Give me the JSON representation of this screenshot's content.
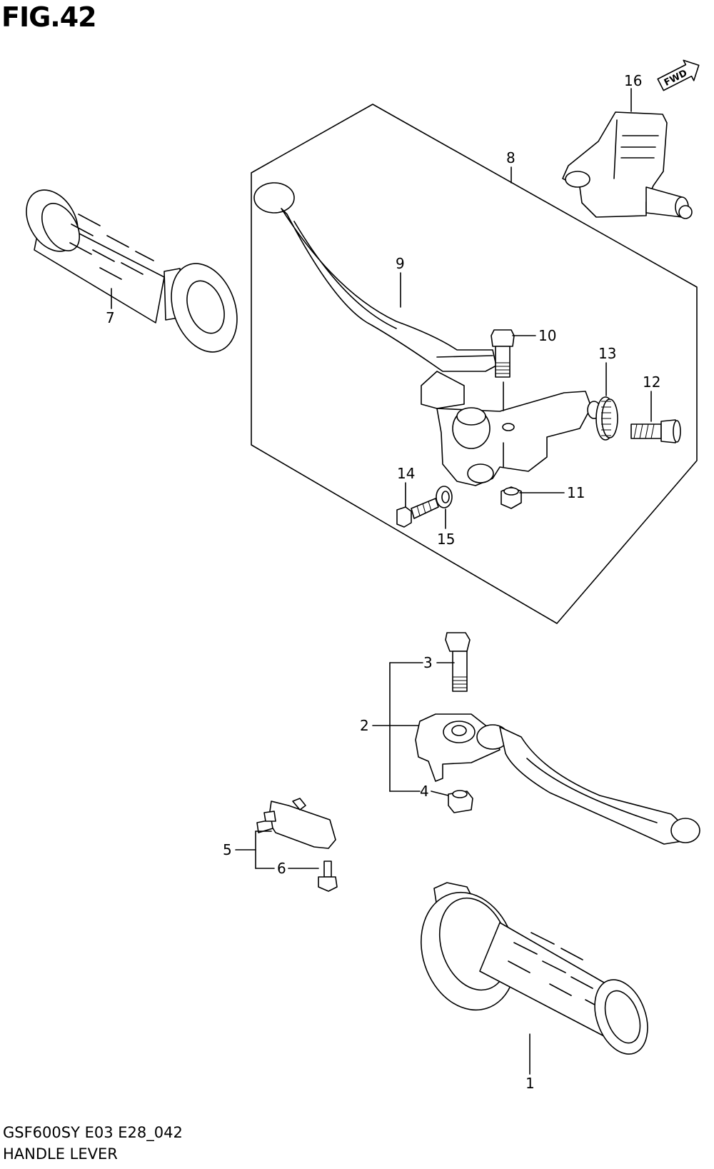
{
  "figure_title": "FIG.42",
  "model_code": "GSF600SY E03 E28_042",
  "section_title": "HANDLE LEVER",
  "fwd_badge": "FWD",
  "callouts": {
    "c1": "1",
    "c2": "2",
    "c3": "3",
    "c4": "4",
    "c5": "5",
    "c6": "6",
    "c7": "7",
    "c8": "8",
    "c9": "9",
    "c10": "10",
    "c11": "11",
    "c12": "12",
    "c13": "13",
    "c14": "14",
    "c15": "15",
    "c16": "16"
  }
}
